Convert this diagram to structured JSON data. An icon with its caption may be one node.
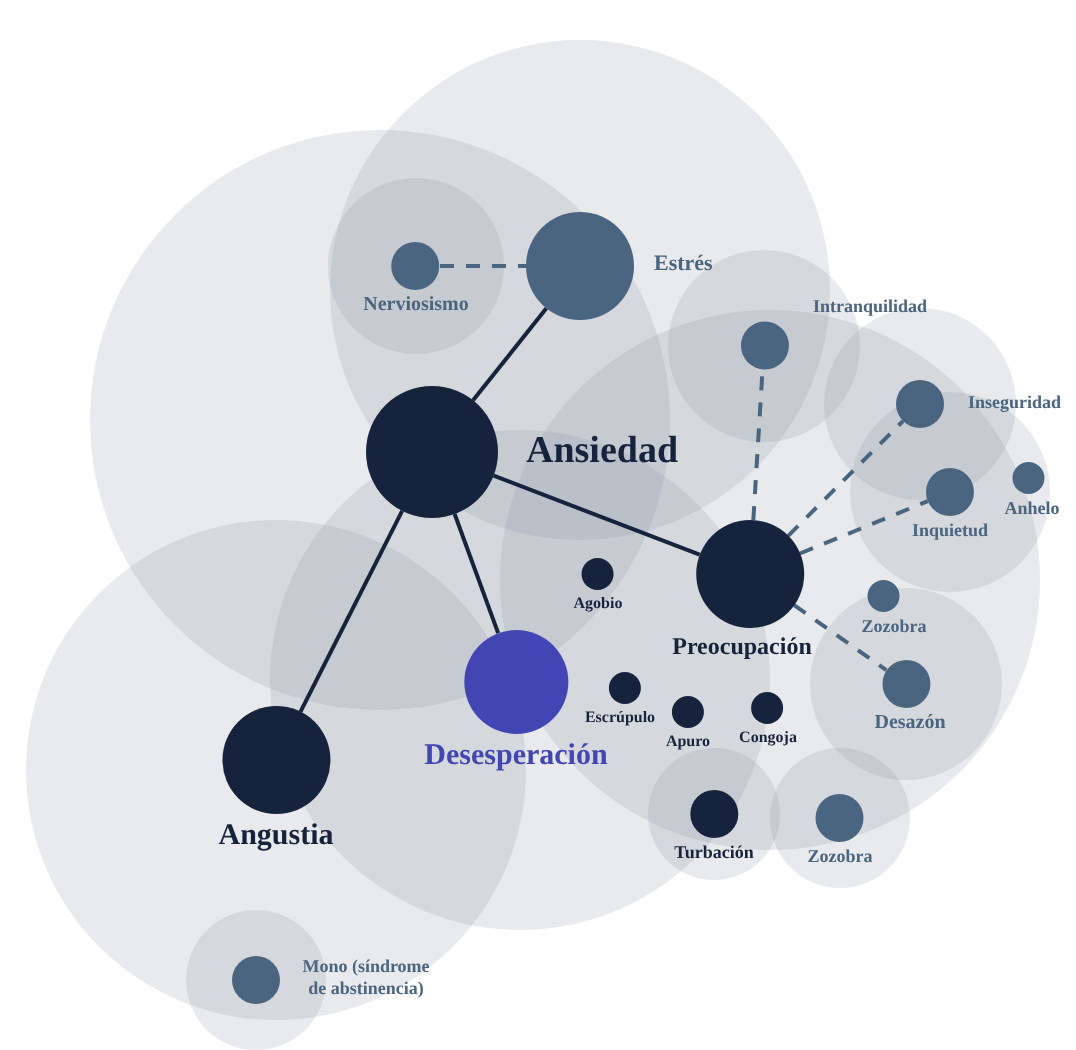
{
  "diagram": {
    "nodes": [
      {
        "text": [
          "Nerviosismo"
        ]
      },
      {
        "text": [
          "Estrés"
        ]
      },
      {
        "text": [
          "Intranquilidad"
        ]
      },
      {
        "text": [
          "Ansiedad"
        ]
      },
      {
        "text": [
          "Inseguridad"
        ]
      },
      {
        "text": [
          "Anhelo"
        ]
      },
      {
        "text": [
          "Inquietud"
        ]
      },
      {
        "text": [
          "Agobio"
        ]
      },
      {
        "text": [
          "Preocupación"
        ]
      },
      {
        "text": [
          "Zozobra"
        ]
      },
      {
        "text": [
          "Desesperación"
        ]
      },
      {
        "text": [
          "Escrúpulo"
        ]
      },
      {
        "text": [
          "Apuro"
        ]
      },
      {
        "text": [
          "Congoja"
        ]
      },
      {
        "text": [
          "Desazón"
        ]
      },
      {
        "text": [
          "Angustia"
        ]
      },
      {
        "text": [
          "Turbación"
        ]
      },
      {
        "text": [
          "Zozobra"
        ]
      },
      {
        "text": [
          "Mono (síndrome de abstinencia)"
        ]
      }
    ],
    "edges": [
      {
        "from": 0,
        "to": 1,
        "arrow": "none",
        "style": "dashed",
        "color": "#4a6580"
      },
      {
        "from": 1,
        "to": 3,
        "arrow": "none"
      },
      {
        "from": 3,
        "to": 15,
        "arrow": "none"
      },
      {
        "from": 3,
        "to": 10,
        "arrow": "none"
      },
      {
        "from": 3,
        "to": 8,
        "arrow": "none"
      },
      {
        "from": 8,
        "to": 2,
        "arrow": "none",
        "style": "dashed",
        "color": "#4a6580"
      },
      {
        "from": 8,
        "to": 4,
        "arrow": "none",
        "style": "dashed",
        "color": "#4a6580"
      },
      {
        "from": 8,
        "to": 6,
        "arrow": "none",
        "style": "dashed",
        "color": "#4a6580"
      },
      {
        "from": 8,
        "to": 14,
        "arrow": "none",
        "style": "dashed",
        "color": "#4a6580"
      }
    ]
  }
}
